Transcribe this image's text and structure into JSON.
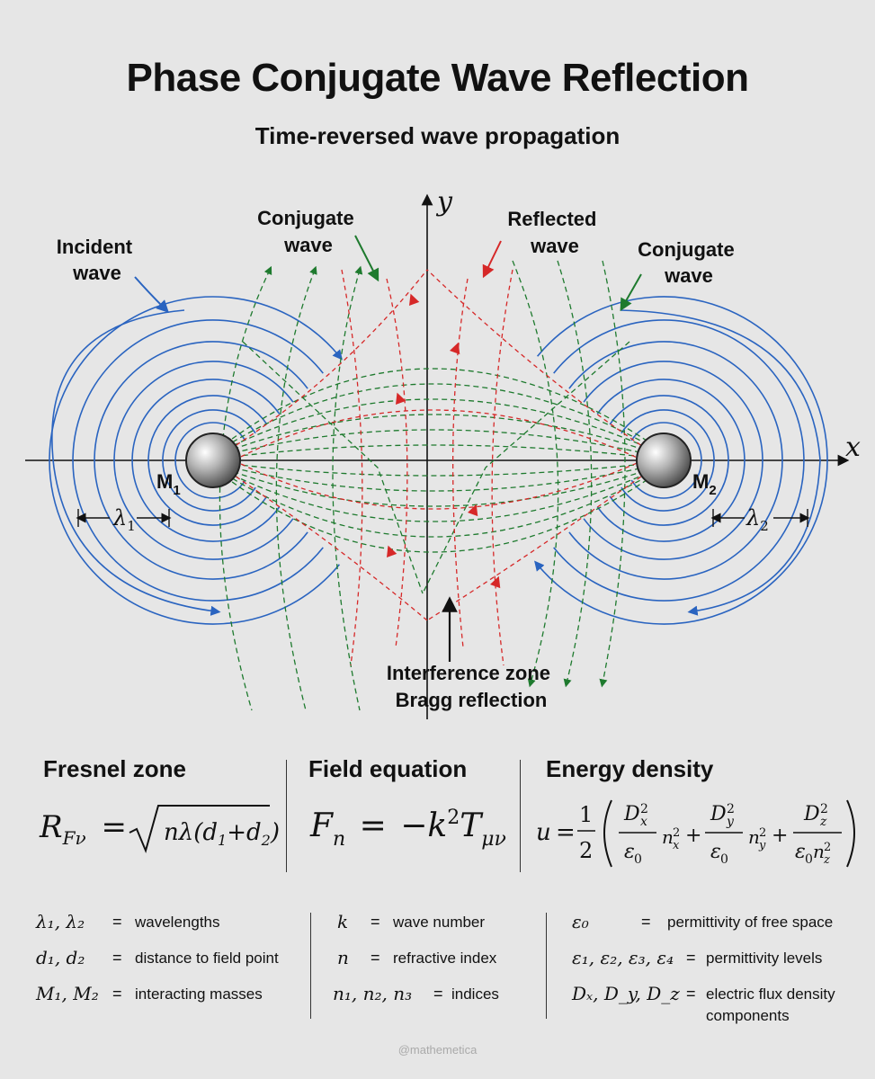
{
  "header": {
    "title": "Phase Conjugate Wave Reflection",
    "subtitle": "Time-reversed wave propagation"
  },
  "diagram": {
    "labels": {
      "incident_wave_line1": "Incident",
      "incident_wave_line2": "wave",
      "conjugate_left_line1": "Conjugate",
      "conjugate_left_line2": "wave",
      "reflected_line1": "Reflected",
      "reflected_line2": "wave",
      "conjugate_right_line1": "Conjugate",
      "conjugate_right_line2": "wave",
      "interference_line1": "Interference zone",
      "interference_line2": "Bragg reflection",
      "axis_x": "x",
      "axis_y": "y",
      "mass1": "M",
      "mass1_sub": "1",
      "mass2": "M",
      "mass2_sub": "2",
      "lambda1": "λ",
      "lambda1_sub": "1",
      "lambda2": "λ",
      "lambda2_sub": "2"
    },
    "colors": {
      "incident": "#2a64c0",
      "conjugate": "#1e7a2e",
      "reflected": "#d62828",
      "background": "#e6e6e6"
    }
  },
  "sections": {
    "fresnel": {
      "heading": "Fresnel zone",
      "formula_lhs": "R",
      "formula_lhs_sub": "Fν",
      "formula_eq": "=",
      "formula_rad": "nλ(d₁+d₂)"
    },
    "field": {
      "heading": "Field equation",
      "formula": "F_n = −k² T_μν"
    },
    "energy": {
      "heading": "Energy density",
      "formula": "u = 1/2 (D_x²/ε₀ n_x² + D_y²/ε₀ n_y² + D_z²/(ε₀ n_z²))"
    }
  },
  "definitions": {
    "col1": [
      {
        "sym": "λ₁, λ₂",
        "eq": "=",
        "text": "wavelengths"
      },
      {
        "sym": "d₁, d₂",
        "eq": "=",
        "text": "distance to field point"
      },
      {
        "sym": "M₁, M₂",
        "eq": "=",
        "text": "interacting masses"
      }
    ],
    "col2": [
      {
        "sym": "k",
        "eq": "=",
        "text": "wave number"
      },
      {
        "sym": "n",
        "eq": "=",
        "text": "refractive index"
      },
      {
        "sym": "n₁, n₂, n₃",
        "eq": "=",
        "text": "indices"
      }
    ],
    "col3": [
      {
        "sym": "ε₀",
        "eq": "=",
        "text": "permittivity of free space"
      },
      {
        "sym": "ε₁, ε₂, ε₃, ε₄",
        "eq": "=",
        "text": "permittivity levels"
      },
      {
        "sym": "Dₓ, D_y, D_z",
        "eq": "=",
        "text": "electric flux density",
        "text2": "components"
      }
    ]
  },
  "footer": {
    "watermark": "@mathemetica"
  }
}
